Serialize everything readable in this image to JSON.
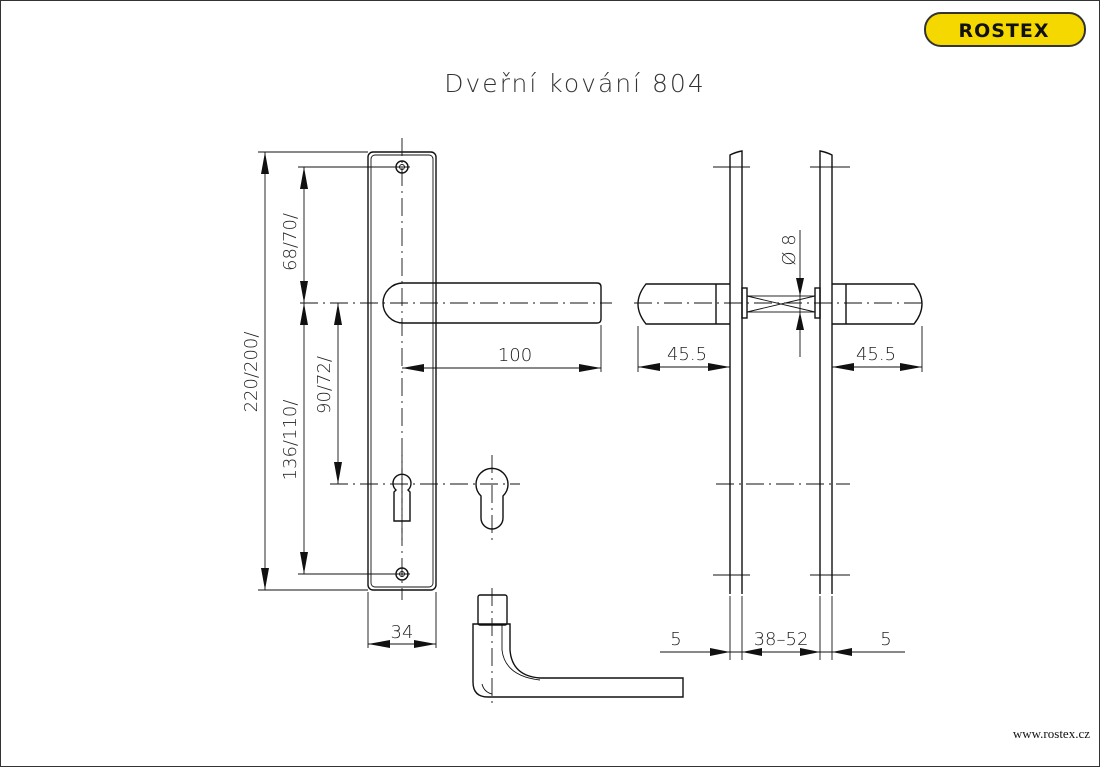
{
  "logo": {
    "text": "ROSTEX",
    "color": "#f5d800"
  },
  "title": "Dveřní kování 804",
  "footer_url": "www.rostex.cz",
  "dimensions": {
    "total_height": "220/200/",
    "screw_to_bottom": "136/110/",
    "screw_to_handle": "68/70/",
    "handle_to_key": "90/72/",
    "handle_length": "100",
    "plate_width": "34",
    "diameter_symbol": "Ø",
    "spindle": "8",
    "handle_depth_left": "45.5",
    "handle_depth_right": "45.5",
    "plate_thickness_left": "5",
    "door_thickness": "38–52",
    "plate_thickness_right": "5"
  }
}
